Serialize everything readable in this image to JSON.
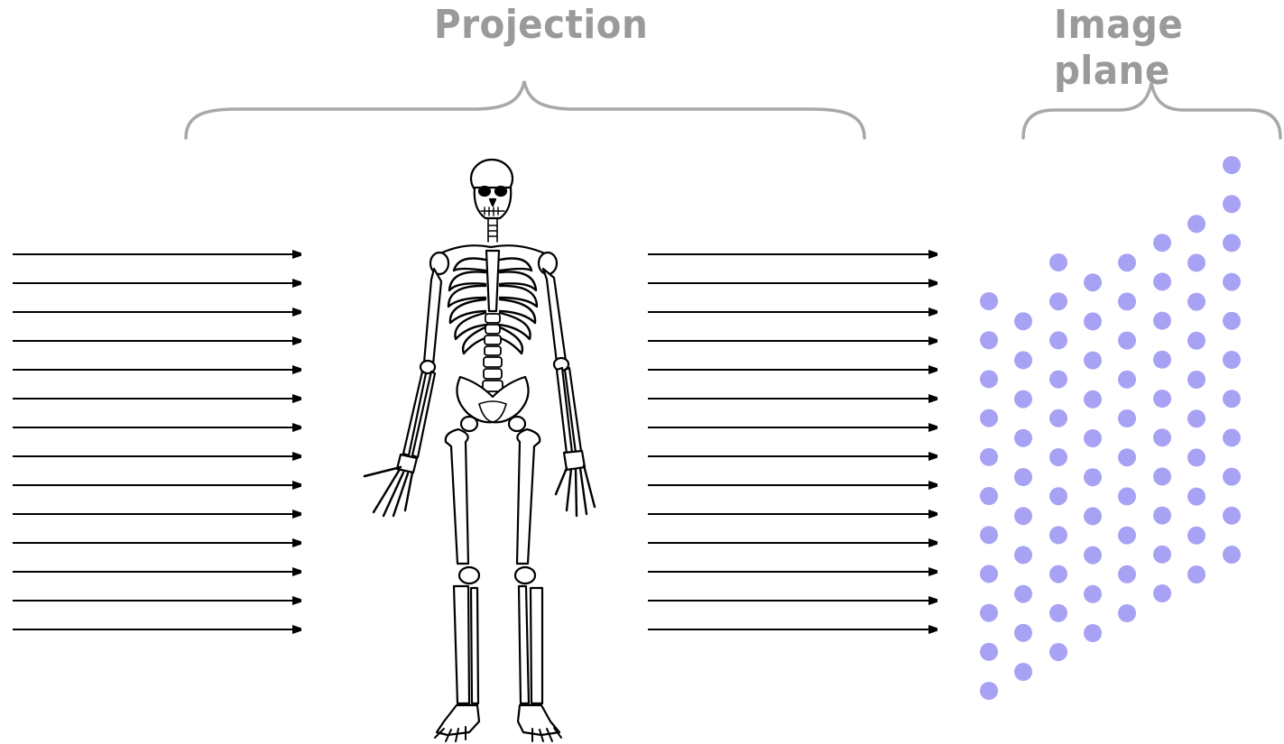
{
  "titles": {
    "projection": "Projection",
    "image_plane": "Image plane"
  },
  "colors": {
    "title_text": "#9a9a9a",
    "brace": "#a8a8a8",
    "arrow": "#000000",
    "detector_dot": "#a8a2f4",
    "background": "#ffffff"
  },
  "icons": {
    "subject": "human-skeleton-icon"
  },
  "beam": {
    "incoming_arrow_count": 14,
    "outgoing_arrow_count": 14
  },
  "image_plane": {
    "columns": 8,
    "dots_per_column": [
      11,
      10,
      11,
      10,
      10,
      10,
      10,
      11
    ]
  }
}
